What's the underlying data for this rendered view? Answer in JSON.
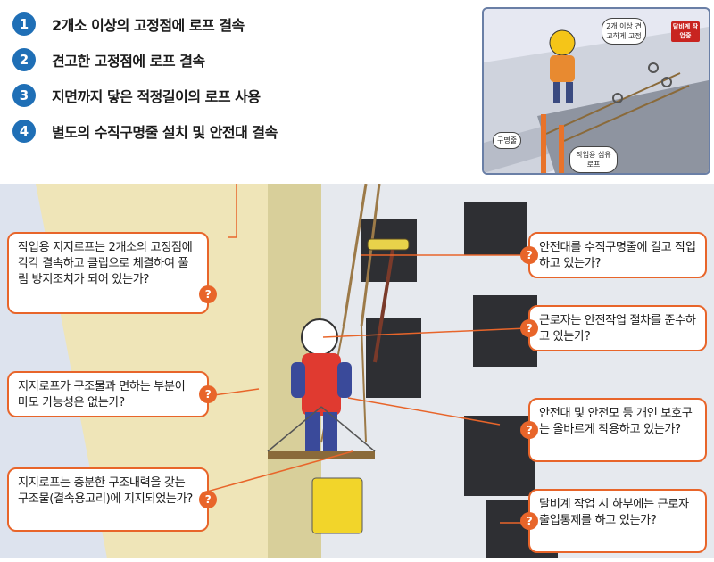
{
  "steps": [
    {
      "num": "1",
      "text": "2개소 이상의 고정점에 로프 결속"
    },
    {
      "num": "2",
      "text": "견고한 고정점에 로프 결속"
    },
    {
      "num": "3",
      "text": "지면까지 닿은 적정길이의 로프 사용"
    },
    {
      "num": "4",
      "text": "별도의 수직구명줄 설치 및 안전대 결속"
    }
  ],
  "inset": {
    "speech": "2개 이상 견고하게 고정",
    "sign": "달비계 작업중",
    "lifeline_label": "구명줄",
    "rope_label": "작업용 섬유로프"
  },
  "callouts": {
    "left1": "작업용 지지로프는 2개소의 고정점에 각각 결속하고 클립으로 체결하여 풀림 방지조치가 되어 있는가?",
    "left2": "지지로프가 구조물과 면하는 부분이 마모 가능성은 없는가?",
    "left3": "지지로프는 충분한 구조내력을 갖는 구조물(결속용고리)에 지지되었는가?",
    "right1": "안전대를 수직구명줄에 걸고 작업하고 있는가?",
    "right2": "근로자는 안전작업 절차를 준수하고 있는가?",
    "right3": "안전대 및 안전모 등 개인 보호구는 올바르게 착용하고 있는가?",
    "right4": "달비계 작업 시 하부에는 근로자 출입통제를 하고 있는가?"
  },
  "icon_glyph": "?",
  "colors": {
    "accent": "#e8652a",
    "step_blue": "#1f6fb6",
    "wall": "#f3ec8e"
  }
}
